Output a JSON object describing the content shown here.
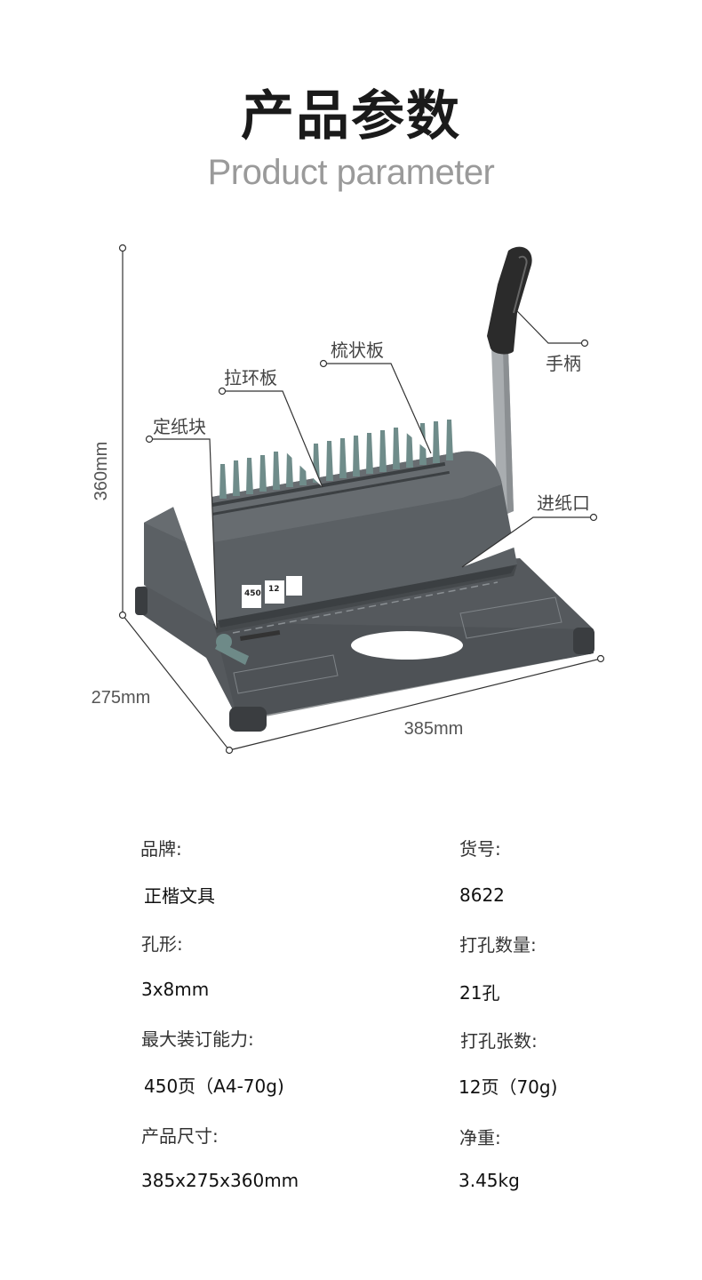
{
  "header": {
    "title": "产品参数",
    "subtitle": "Product parameter"
  },
  "diagram": {
    "callouts": {
      "handle": "手柄",
      "comb_plate": "梳状板",
      "pull_ring_plate": "拉环板",
      "paper_stop": "定纸块",
      "paper_inlet": "进纸口"
    },
    "dimensions": {
      "height": "360mm",
      "depth": "275mm",
      "width": "385mm"
    },
    "machine_labels": [
      "450",
      "12"
    ],
    "colors": {
      "body": "#5a5f63",
      "body_dark": "#3f4346",
      "teeth": "#6f8c8a",
      "handle_bar": "#a9adb0",
      "grip": "#2b2b2b",
      "line": "#333333"
    }
  },
  "specs": {
    "brand_label": "品牌:",
    "brand_value": "正楷文具",
    "item_no_label": "货号:",
    "item_no_value": "8622",
    "hole_shape_label": "孔形:",
    "hole_shape_value": "3x8mm",
    "hole_count_label": "打孔数量:",
    "hole_count_value": "21孔",
    "max_binding_label": "最大装订能力:",
    "max_binding_value": "450页（A4-70g)",
    "punch_sheets_label": "打孔张数:",
    "punch_sheets_value": "12页（70g)",
    "size_label": "产品尺寸:",
    "size_value": "385x275x360mm",
    "net_weight_label": "净重:",
    "net_weight_value": "3.45kg"
  }
}
